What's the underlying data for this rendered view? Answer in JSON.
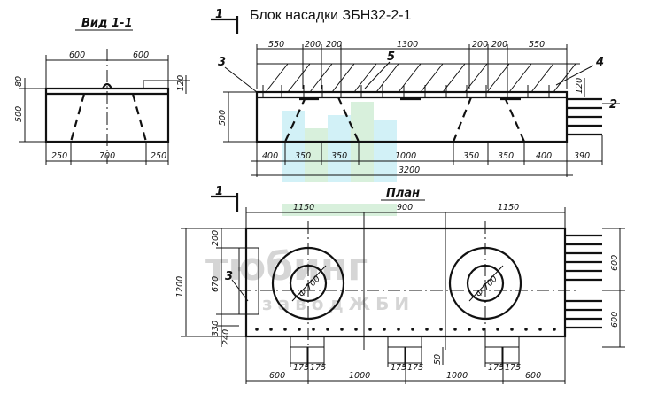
{
  "title": "Блок насадки ЗБН32-2-1",
  "section_mark": "1",
  "view_label": "Вид 1-1",
  "plan_label": "План",
  "callouts": [
    "3",
    "5",
    "4",
    "2",
    "3"
  ],
  "watermark": {
    "brand": "тюбинг",
    "sub": "заводЖБИ"
  },
  "view11_dims": {
    "top": [
      "600",
      "600"
    ],
    "left": [
      "80",
      "500"
    ],
    "right": "120",
    "bottom": [
      "250",
      "700",
      "250"
    ]
  },
  "front_dims": {
    "top": [
      "550",
      "200",
      "200",
      "1300",
      "200",
      "200",
      "550"
    ],
    "left": "500",
    "right": "120",
    "bottom": [
      "400",
      "350",
      "350",
      "1000",
      "350",
      "350",
      "400",
      "390"
    ],
    "total": "3200"
  },
  "plan_dims": {
    "top": [
      "1150",
      "900",
      "1150"
    ],
    "left_total": "1200",
    "left": [
      "200",
      "670",
      "330",
      "240"
    ],
    "right": [
      "600",
      "600"
    ],
    "bottom": [
      "600",
      "1000",
      "1000",
      "600"
    ],
    "small": [
      "175",
      "175"
    ],
    "hole_depth": "50",
    "diam": "Ф 700"
  }
}
